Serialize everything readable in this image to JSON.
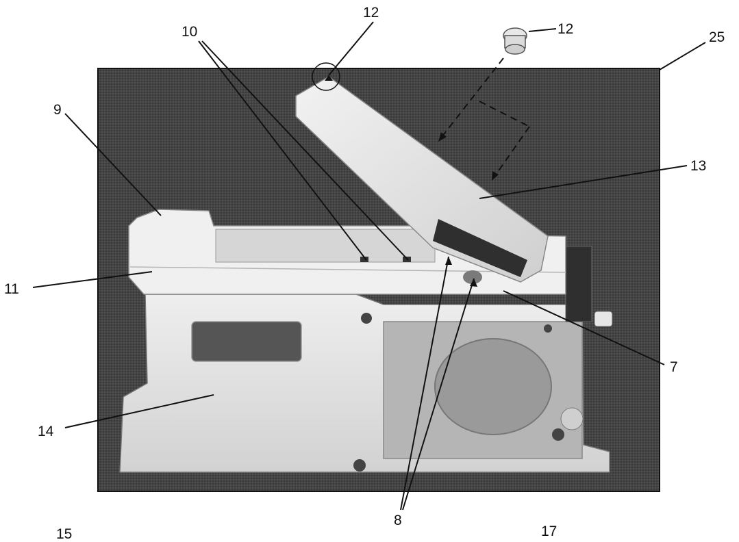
{
  "figure": {
    "reference_numerals": [
      {
        "key": "r12_top",
        "text": "12"
      },
      {
        "key": "r12_cap",
        "text": "12"
      },
      {
        "key": "r10",
        "text": "10"
      },
      {
        "key": "r25",
        "text": "25"
      },
      {
        "key": "r9",
        "text": "9"
      },
      {
        "key": "r13",
        "text": "13"
      },
      {
        "key": "r11",
        "text": "11"
      },
      {
        "key": "r7",
        "text": "7"
      },
      {
        "key": "r14",
        "text": "14"
      },
      {
        "key": "r8",
        "text": "8"
      },
      {
        "key": "r15",
        "text": "15"
      },
      {
        "key": "r17",
        "text": "17"
      }
    ]
  },
  "colors": {
    "photo_background": "#3e3e3e",
    "part_light": "#e6e6e6",
    "part_mid": "#cfcfcf",
    "part_dark": "#8a8a8a",
    "line": "#111111"
  }
}
